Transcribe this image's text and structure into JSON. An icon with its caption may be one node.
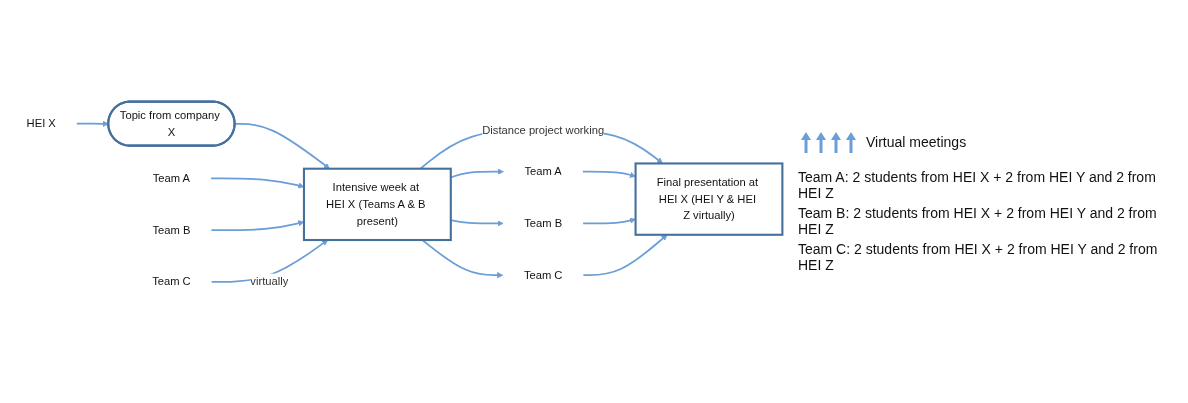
{
  "diagram": {
    "nodes": [
      {
        "text": [
          "HEI X"
        ]
      },
      {
        "text": [
          "Topic from company X"
        ]
      },
      {
        "text": [
          "Team A"
        ]
      },
      {
        "text": [
          "Team B"
        ]
      },
      {
        "text": [
          "Intensive week at HEI X (Teams A & B present)"
        ]
      },
      {
        "text": [
          "Team C"
        ]
      },
      {
        "text": [
          "Team A"
        ]
      },
      {
        "text": [
          "Team B"
        ]
      },
      {
        "text": [
          "Team C"
        ]
      },
      {
        "text": [
          "Final presentation at HEI X (HEI Y & HEI Z virtually)"
        ]
      }
    ],
    "edges": [
      {
        "from": 0,
        "to": 1,
        "arrow": "to"
      },
      {
        "from": 1,
        "to": 4,
        "arrow": "to"
      },
      {
        "from": 2,
        "to": 4,
        "arrow": "to"
      },
      {
        "from": 3,
        "to": 4,
        "arrow": "to"
      },
      {
        "from": 5,
        "to": 4,
        "arrow": "to",
        "label": "virtually"
      },
      {
        "from": 4,
        "to": 6,
        "arrow": "to"
      },
      {
        "from": 4,
        "to": 7,
        "arrow": "to"
      },
      {
        "from": 4,
        "to": 9,
        "arrow": "to",
        "label": "Distance project working"
      },
      {
        "from": 4,
        "to": 8,
        "arrow": "to"
      },
      {
        "from": 6,
        "to": 9,
        "arrow": "to"
      },
      {
        "from": 7,
        "to": 9,
        "arrow": "to"
      },
      {
        "from": 8,
        "to": 9,
        "arrow": "to"
      }
    ],
    "labels": [
      "Virtual meetings",
      "Team A: 2 students from HEI X + 2 from HEI Y and 2 from HEI Z",
      "Team B: 2 students from HEI X + 2 from HEI Y and 2 from HEI Z",
      "Team C: 2 students from HEI X + 2 from HEI Y and 2 from HEI Z"
    ]
  }
}
